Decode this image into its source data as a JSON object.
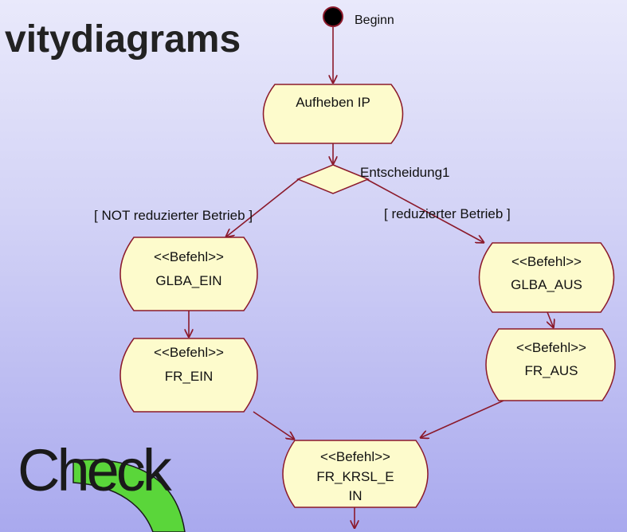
{
  "slide": {
    "title": "vitydiagrams",
    "overlay_text": "Check"
  },
  "diagram": {
    "start_label": "Beginn",
    "decision_label": "Entscheidung1",
    "guard_left": "[ NOT reduzierter Betrieb ]",
    "guard_right": "[ reduzierter Betrieb ]",
    "stereotype": "<<Befehl>>",
    "activities": {
      "aufheben": "Aufheben IP",
      "glba_ein": "GLBA_EIN",
      "glba_aus": "GLBA_AUS",
      "fr_ein": "FR_EIN",
      "fr_aus": "FR_AUS",
      "fr_krsl_line1": "FR_KRSL_E",
      "fr_krsl_line2": "IN"
    }
  },
  "colors": {
    "node_fill": "#fdfbcc",
    "node_stroke": "#8b1a2b",
    "arrow": "#8b1a2b",
    "check_shape": "#5ad63a",
    "start_node": "#000000"
  }
}
